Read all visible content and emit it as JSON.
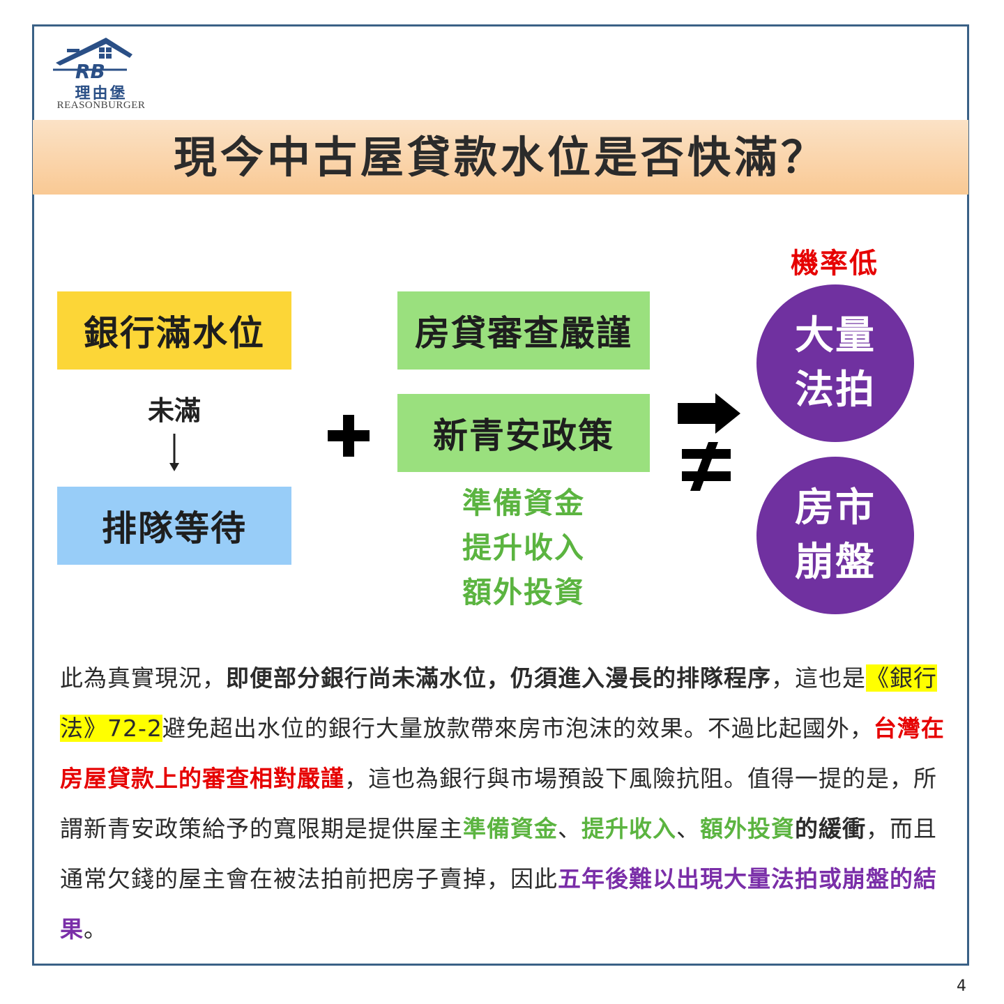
{
  "brand": {
    "name_cn": "理由堡",
    "name_en": "REASONBURGER"
  },
  "title": "現今中古屋貸款水位是否快滿？",
  "diagram": {
    "bank_full": "銀行滿水位",
    "not_full": "未滿",
    "queue": "排隊等待",
    "review": "房貸審查嚴謹",
    "policy": "新青安政策",
    "benefits": [
      "準備資金",
      "提升收入",
      "額外投資"
    ],
    "probability": "機率低",
    "outcome1": [
      "大量",
      "法拍"
    ],
    "outcome2": [
      "房市",
      "崩盤"
    ]
  },
  "paragraph": {
    "l1a": "此為真實現況，",
    "l1b": "即便部分銀行尚未滿水位，仍須進入漫長的排隊程序",
    "l1c": "，這也是",
    "l2hl": "《銀行法》72-2",
    "l2b": "避免超出水位的銀行大量放款帶來房市泡沫的效果。不過比起國外，",
    "l3red": "台灣在房屋貸款上的審查相對嚴謹",
    "l3b": "，這也為銀行與市場預設下風險抗阻。值得一提的是，所謂新青安政策給予的寬限期是提供屋主",
    "g1": "準備資金",
    "sep1": "、",
    "g2": "提升收入",
    "sep2": "、",
    "g3": "額外投資",
    "bold2": "的緩衝",
    "l5": "，而且通常欠錢的屋主會在被法拍前把房子賣掉，因此",
    "pur": "五年後難以出現大量法拍或崩盤的結果",
    "end": "。"
  },
  "page_number": "4",
  "colors": {
    "accent_purple": "#7031a0",
    "box_yellow": "#fcd637",
    "box_blue": "#98cdf8",
    "box_green": "#9ae07e",
    "text_red": "#e60000",
    "text_green": "#5bb440"
  }
}
